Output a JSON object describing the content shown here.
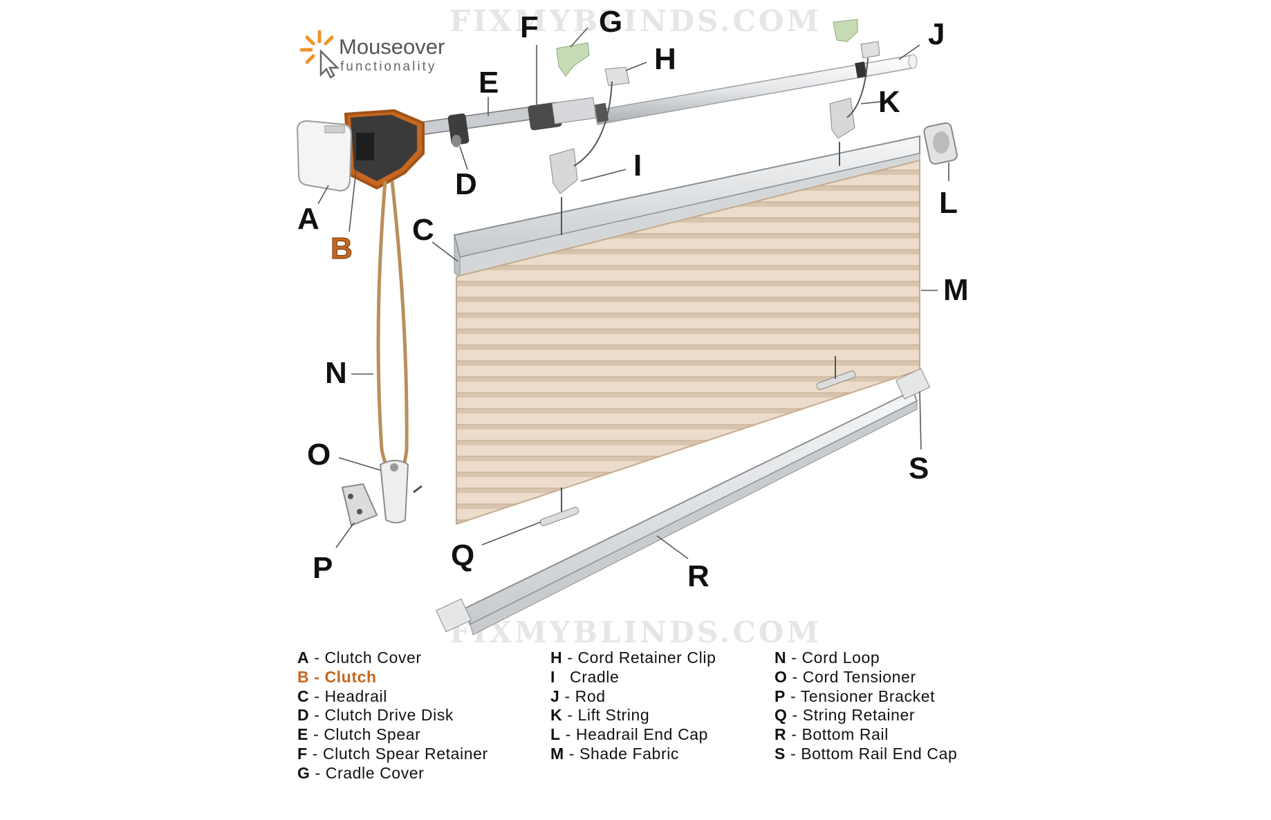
{
  "watermark": "FIXMYBLINDS.COM",
  "logo": {
    "line1": "Mouseover",
    "line2": "functionality",
    "icon": "sunburst-cursor-icon"
  },
  "colors": {
    "highlight": "#c5671f",
    "fabric": "#ecdcc9",
    "rail": "#d9dcde",
    "dark_part": "#3a3a3a"
  },
  "callouts": {
    "A": "A",
    "B": "B",
    "C": "C",
    "D": "D",
    "E": "E",
    "F": "F",
    "G": "G",
    "H": "H",
    "I": "I",
    "J": "J",
    "K": "K",
    "L": "L",
    "M": "M",
    "N": "N",
    "O": "O",
    "P": "P",
    "Q": "Q",
    "R": "R",
    "S": "S"
  },
  "legend": {
    "col1": [
      {
        "letter": "A",
        "sep": " - ",
        "name": "Clutch Cover"
      },
      {
        "letter": "B",
        "sep": " - ",
        "name": "Clutch",
        "active": true
      },
      {
        "letter": "C",
        "sep": " - ",
        "name": "Headrail"
      },
      {
        "letter": "D",
        "sep": " - ",
        "name": "Clutch Drive Disk"
      },
      {
        "letter": "E",
        "sep": " - ",
        "name": "Clutch Spear"
      },
      {
        "letter": "F",
        "sep": " - ",
        "name": "Clutch Spear Retainer"
      },
      {
        "letter": "G",
        "sep": " - ",
        "name": "Cradle Cover"
      }
    ],
    "col2": [
      {
        "letter": "H",
        "sep": " - ",
        "name": "Cord Retainer Clip"
      },
      {
        "letter": "I",
        "sep": "   ",
        "name": "Cradle"
      },
      {
        "letter": "J",
        "sep": " - ",
        "name": "Rod"
      },
      {
        "letter": "K",
        "sep": " - ",
        "name": "Lift String"
      },
      {
        "letter": "L",
        "sep": " - ",
        "name": "Headrail End Cap"
      },
      {
        "letter": "M",
        "sep": " - ",
        "name": "Shade Fabric"
      }
    ],
    "col3": [
      {
        "letter": "N",
        "sep": " - ",
        "name": "Cord Loop"
      },
      {
        "letter": "O",
        "sep": " - ",
        "name": "Cord Tensioner"
      },
      {
        "letter": "P",
        "sep": " - ",
        "name": "Tensioner Bracket"
      },
      {
        "letter": "Q",
        "sep": " - ",
        "name": "String Retainer"
      },
      {
        "letter": "R",
        "sep": " - ",
        "name": "Bottom Rail"
      },
      {
        "letter": "S",
        "sep": " - ",
        "name": "Bottom Rail End Cap"
      }
    ]
  }
}
